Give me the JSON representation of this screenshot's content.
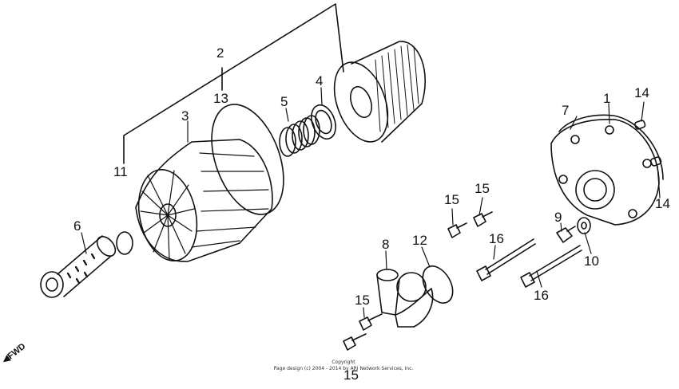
{
  "callouts": [
    {
      "id": "1",
      "label": "1"
    },
    {
      "id": "2",
      "label": "2"
    },
    {
      "id": "3",
      "label": "3"
    },
    {
      "id": "4",
      "label": "4"
    },
    {
      "id": "5",
      "label": "5"
    },
    {
      "id": "6",
      "label": "6"
    },
    {
      "id": "7",
      "label": "7"
    },
    {
      "id": "8",
      "label": "8"
    },
    {
      "id": "9",
      "label": "9"
    },
    {
      "id": "10",
      "label": "10"
    },
    {
      "id": "11",
      "label": "11"
    },
    {
      "id": "12",
      "label": "12"
    },
    {
      "id": "13",
      "label": "13"
    },
    {
      "id": "14a",
      "label": "14"
    },
    {
      "id": "14b",
      "label": "14"
    },
    {
      "id": "15a",
      "label": "15"
    },
    {
      "id": "15b",
      "label": "15"
    },
    {
      "id": "15c",
      "label": "15"
    },
    {
      "id": "15d",
      "label": "15"
    },
    {
      "id": "16a",
      "label": "16"
    },
    {
      "id": "16b",
      "label": "16"
    }
  ],
  "direction_marker": {
    "label": "FWD",
    "icon": "arrow-icon"
  },
  "copyright": {
    "line1": "Copyright",
    "line2": "Page design (c) 2004 - 2014 by ARI Network Services, Inc."
  }
}
